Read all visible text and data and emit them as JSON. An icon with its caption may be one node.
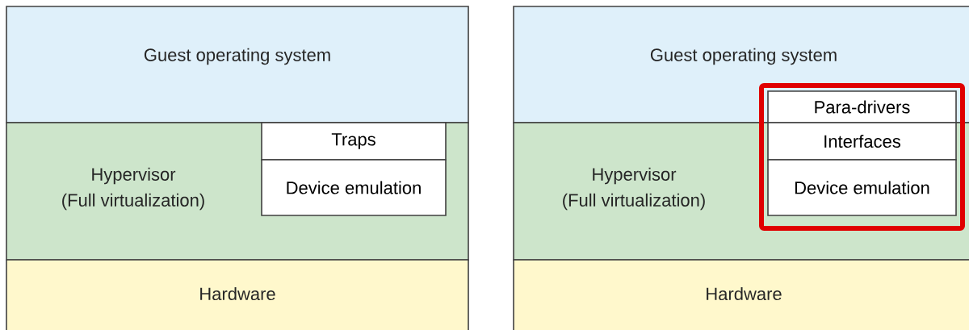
{
  "diagram": {
    "nodes": [
      {
        "text": [
          "Guest operating system"
        ]
      },
      {
        "text": [
          "Hypervisor",
          "(Full virtualization)"
        ]
      },
      {
        "text": [
          "Traps"
        ],
        "in": 1
      },
      {
        "text": [
          "Device emulation"
        ],
        "in": 1
      },
      {
        "text": [
          "Hardware"
        ]
      },
      {
        "text": [
          "Guest operating system"
        ]
      },
      {
        "text": [
          "Hypervisor",
          "(Full virtualization)"
        ]
      },
      {
        "text": [],
        "shape": "box"
      },
      {
        "text": [
          "Para-drivers"
        ]
      },
      {
        "text": [
          "Interfaces"
        ]
      },
      {
        "text": [
          "Device emulation"
        ]
      },
      {
        "text": [
          "Hardware"
        ]
      }
    ]
  }
}
